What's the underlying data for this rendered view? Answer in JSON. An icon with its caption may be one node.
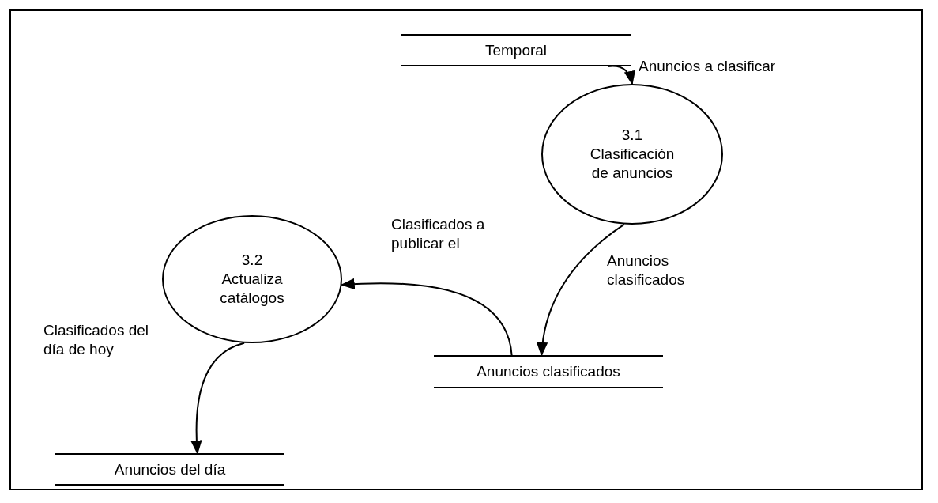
{
  "diagram": {
    "nodes": [
      {
        "text": [
          "Temporal"
        ]
      },
      {
        "text": [
          "3.1",
          "Clasificación de anuncios"
        ]
      },
      {
        "text": [
          "3.2",
          "Actualiza catálogos"
        ]
      },
      {
        "text": [
          "Anuncios clasificados"
        ]
      },
      {
        "text": [
          "Anuncios del día"
        ]
      }
    ],
    "edges": [
      {
        "from": 0,
        "to": 1,
        "arrow": "to",
        "label": "Anuncios a clasificar"
      },
      {
        "from": 1,
        "to": 3,
        "arrow": "to",
        "label": "Anuncios clasificados"
      },
      {
        "from": 3,
        "to": 2,
        "arrow": "to",
        "label": "Clasificados a publicar el"
      },
      {
        "from": 2,
        "to": 4,
        "arrow": "to",
        "label": "Clasificados del día de hoy"
      }
    ]
  }
}
